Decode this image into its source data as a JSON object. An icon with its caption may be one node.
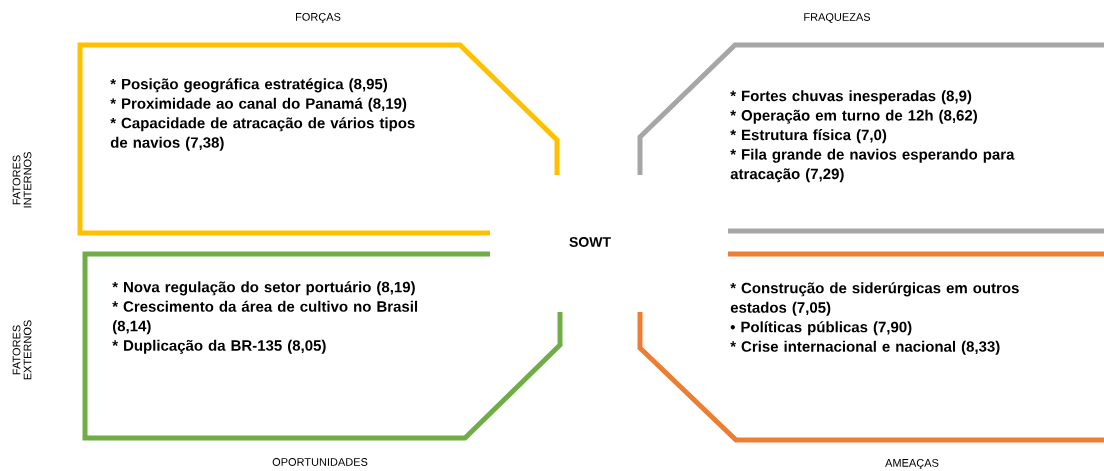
{
  "diagram": {
    "nodes": [
      {
        "text": [
          "FORÇAS",
          "* Posição geográfica estratégica (8,95)",
          "* Proximidade ao canal do Panamá (8,19)",
          "* Capacidade de atracação de vários tipos de navios (7,38)"
        ]
      },
      {
        "text": [
          "FRAQUEZAS",
          "*  Fortes chuvas inesperadas (8,9)",
          "* Operação em turno de 12h (8,62)",
          "* Estrutura física (7,0)",
          "* Fila grande de navios esperando para atracação (7,29)"
        ]
      },
      {
        "text": [
          "OPORTUNIDADES",
          "* Nova regulação do setor portuário (8,19)",
          "* Crescimento da área de cultivo no Brasil (8,14)",
          "* Duplicação da BR-135 (8,05)"
        ]
      },
      {
        "text": [
          "AMEAÇAS",
          "*  Construção de siderúrgicas em outros estados (7,05)",
          "•  Políticas públicas (7,90)",
          "* Crise internacional e nacional (8,33)"
        ]
      }
    ],
    "labels": [
      "FATORES INTERNOS",
      "SOWT",
      "FATORES EXTERNOS"
    ]
  }
}
